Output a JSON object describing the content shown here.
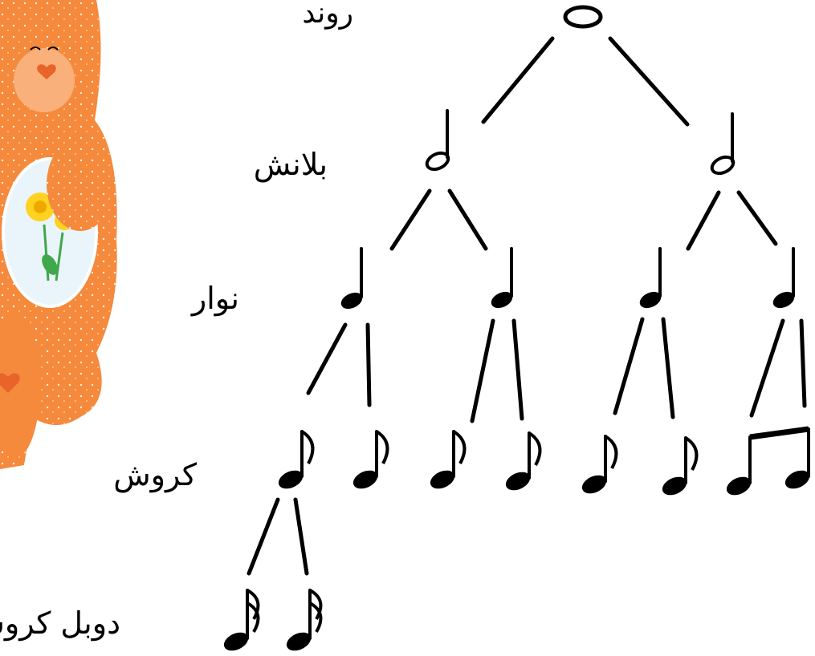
{
  "labels": {
    "whole": "روند",
    "half": "بلانش",
    "quarter": "نوار",
    "eighth": "کروش",
    "sixteenth": "دوبل کروش"
  },
  "tree": {
    "levels": [
      "whole",
      "half",
      "quarter",
      "eighth",
      "sixteenth"
    ],
    "counts": [
      1,
      2,
      4,
      8,
      2
    ]
  },
  "illustration": {
    "subject": "orange-bear-with-flower-badge",
    "colors": {
      "fur": "#f58a3c",
      "fur_light": "#f9b07a",
      "belly": "#eaf4fb",
      "flower": "#ffd21f",
      "stem": "#3ea84a",
      "heart": "#e8642b"
    }
  }
}
